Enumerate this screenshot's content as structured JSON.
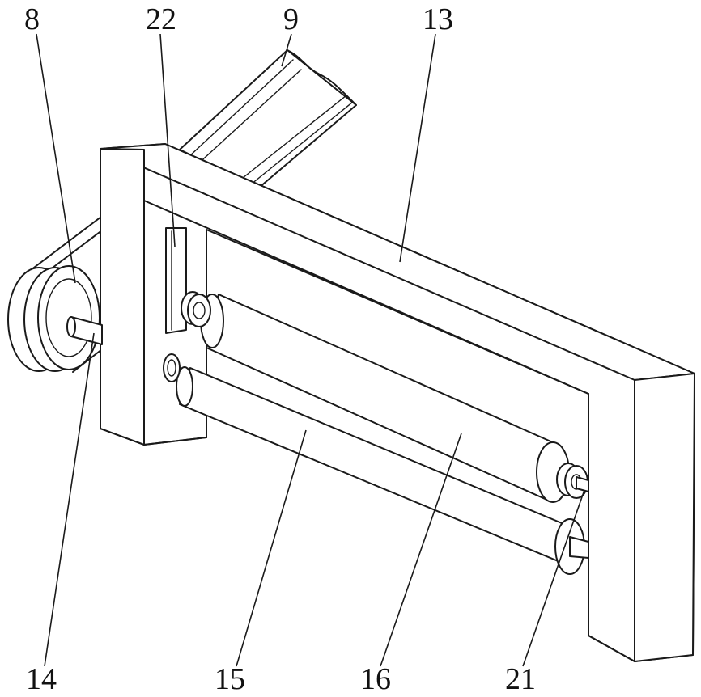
{
  "labels": {
    "p8": "8",
    "p22": "22",
    "p9": "9",
    "p13": "13",
    "p14": "14",
    "p15": "15",
    "p16": "16",
    "p21": "21"
  }
}
